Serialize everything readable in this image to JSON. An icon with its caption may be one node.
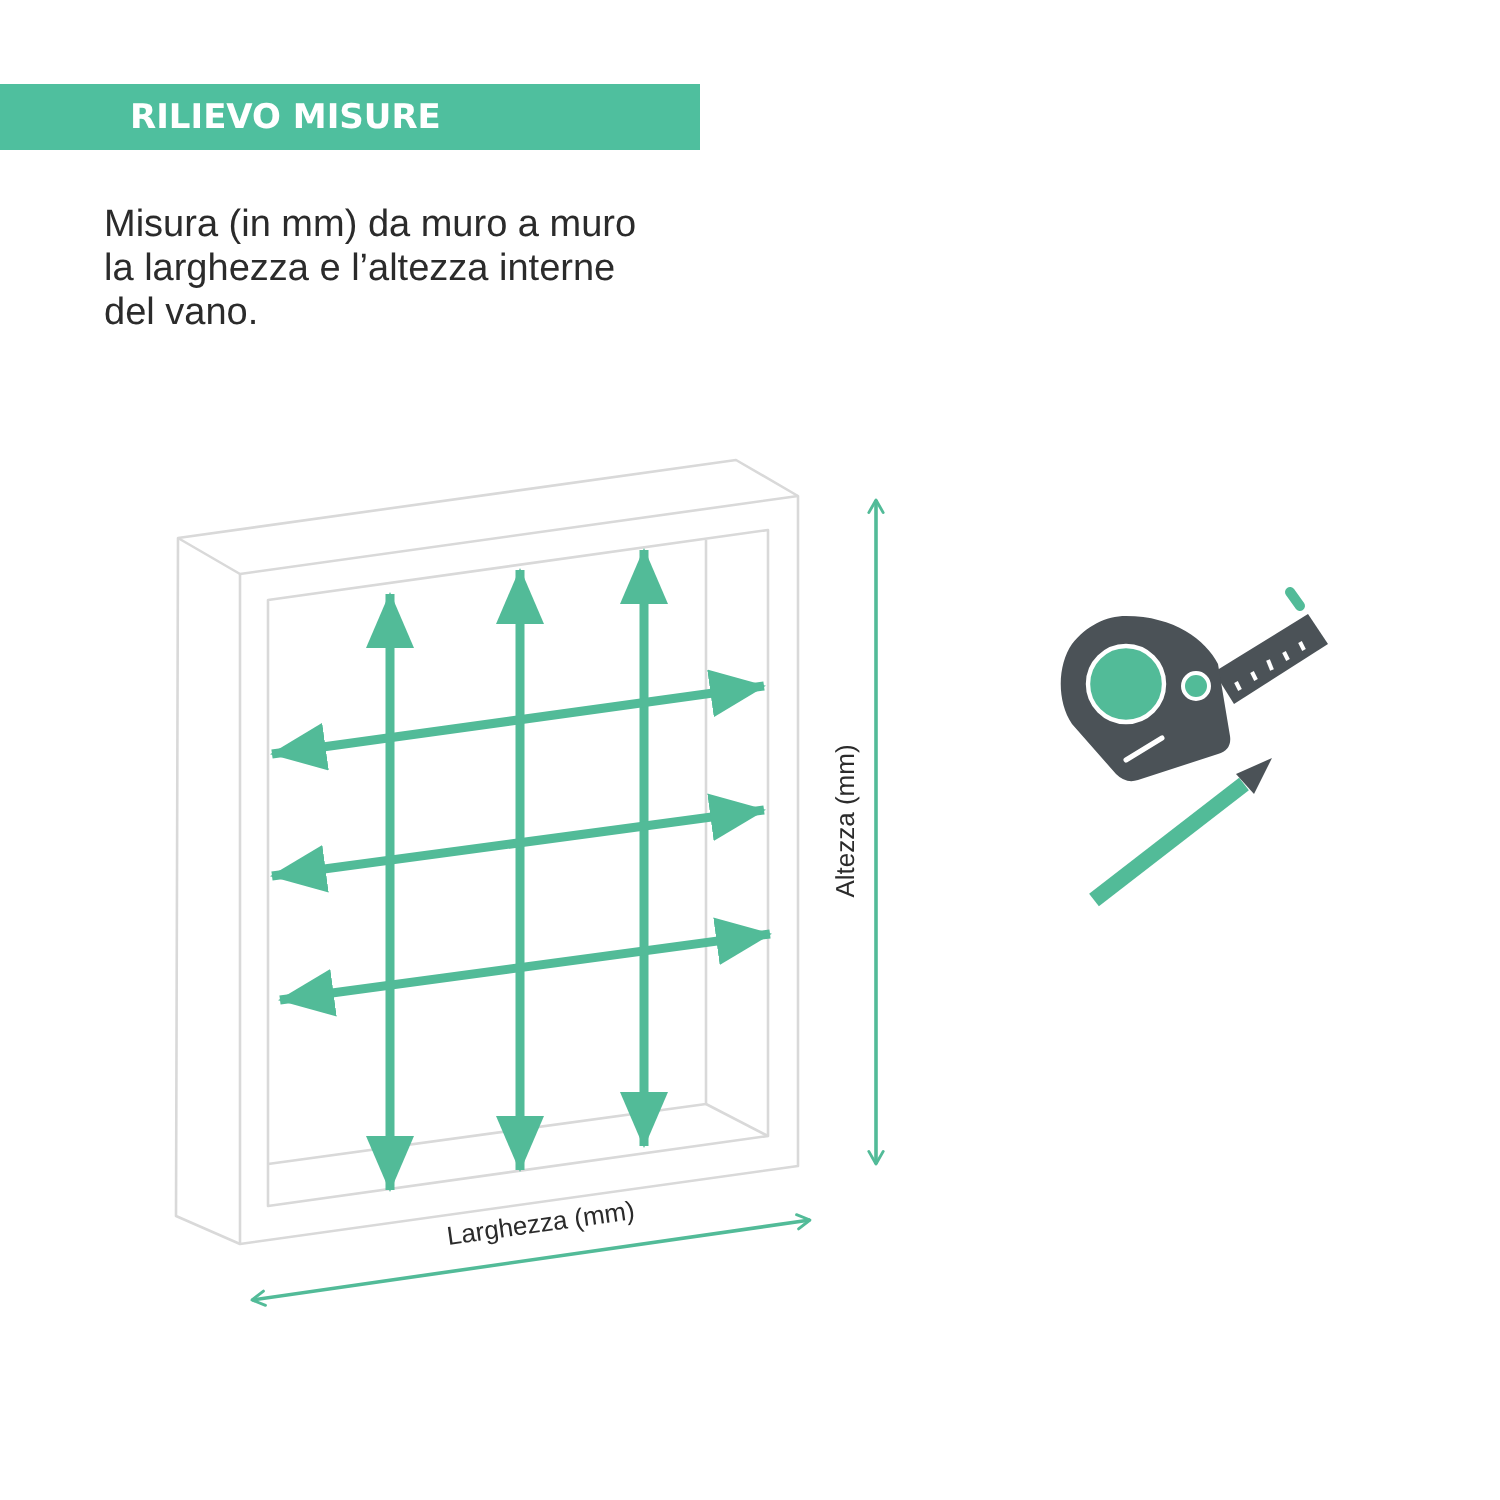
{
  "diagram": {
    "title": "RILIEVO MISURE",
    "labels": [
      "Misura (in mm) da muro a muro la larghezza e l’altezza interne del vano.",
      "Altezza (mm)",
      "Larghezza (mm)"
    ]
  }
}
